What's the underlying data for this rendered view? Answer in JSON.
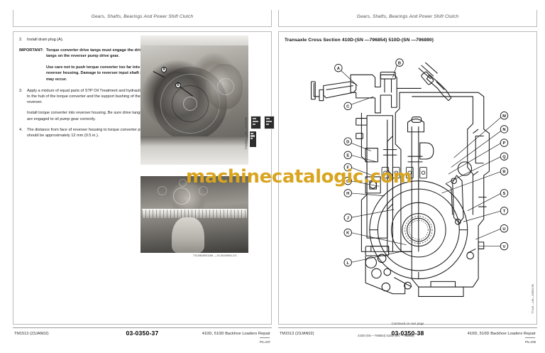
{
  "document": {
    "manual_number": "TM1513 (23JAN02)",
    "manual_title": "410D, 510D Backhoe Loaders Repair",
    "running_header": "Gears, Shafts, Bearings And Power Shift Clutch"
  },
  "watermark": {
    "text": "machinecatalogic.com",
    "color": "#d9a520"
  },
  "left_page": {
    "header": "Gears, Shafts, Bearings And Power Shift Clutch",
    "steps": [
      {
        "number": "2.",
        "paragraphs": [
          "Install drain plug (A)."
        ]
      },
      {
        "number": "3.",
        "paragraphs": [
          "Apply a mixture of equal parts of STP Oil Treatment and hydraulic oil to the hub of the torque converter and the support bushing of the reverser.",
          "Install torque converter into reverser housing. Be sure drive tangs (B) are engaged to oil pump gear correctly."
        ]
      },
      {
        "number": "4.",
        "paragraphs": [
          "The distance from face of reverser housing to torque converter pilot should be approximately 12 mm (0.5 in.)."
        ]
      }
    ],
    "important": {
      "label": "IMPORTANT:",
      "paragraphs": [
        "Torque converter drive tangs must engage the drive tangs on the reverser pump drive gear.",
        "Use care not to push torque converter too far into reverser housing. Damage to reverser input shaft seal may occur."
      ]
    },
    "figures": [
      {
        "name": "torque-converter-install-photo",
        "callouts": [
          "A",
          "B"
        ],
        "code": "T113563  —UN—27JUN96"
      },
      {
        "name": "converter-pilot-measurement-photo",
        "callouts": [],
        "code": "TX1056JB01166   —19-26JAN94-2/2"
      }
    ],
    "footer": {
      "left": "TM1513 (23JAN02)",
      "center": "03-0350-37",
      "right": "410D, 510D Backhoe Loaders Repair",
      "pn": "PN=297"
    }
  },
  "right_page": {
    "header": "Gears, Shafts, Bearings And Power Shift Clutch",
    "title": "Transaxle Cross Section 410D-(SN —796854) 510D-(SN —796890)",
    "figure": {
      "name": "transaxle-cross-section-diagram",
      "callouts": [
        "A",
        "B",
        "C",
        "D",
        "E",
        "F",
        "G",
        "H",
        "J",
        "K",
        "L",
        "M",
        "N",
        "P",
        "Q",
        "R",
        "S",
        "T",
        "U"
      ],
      "code": "T7440  —UN—19DEC96"
    },
    "footer": {
      "continued": "Continued on next page",
      "left": "TM1513 (23JAN02)",
      "serial_note": "410D-(SN —796854) 510D-(SN —796890)",
      "center": "03-0350-38",
      "right": "410D, 510D Backhoe Loaders Repair",
      "pn": "PN=298"
    }
  },
  "page_thumbnails": [
    {
      "name": "thumbnail-page-37",
      "label": "03 0350 37"
    },
    {
      "name": "thumbnail-page-38",
      "label": "03 0350 38"
    }
  ]
}
